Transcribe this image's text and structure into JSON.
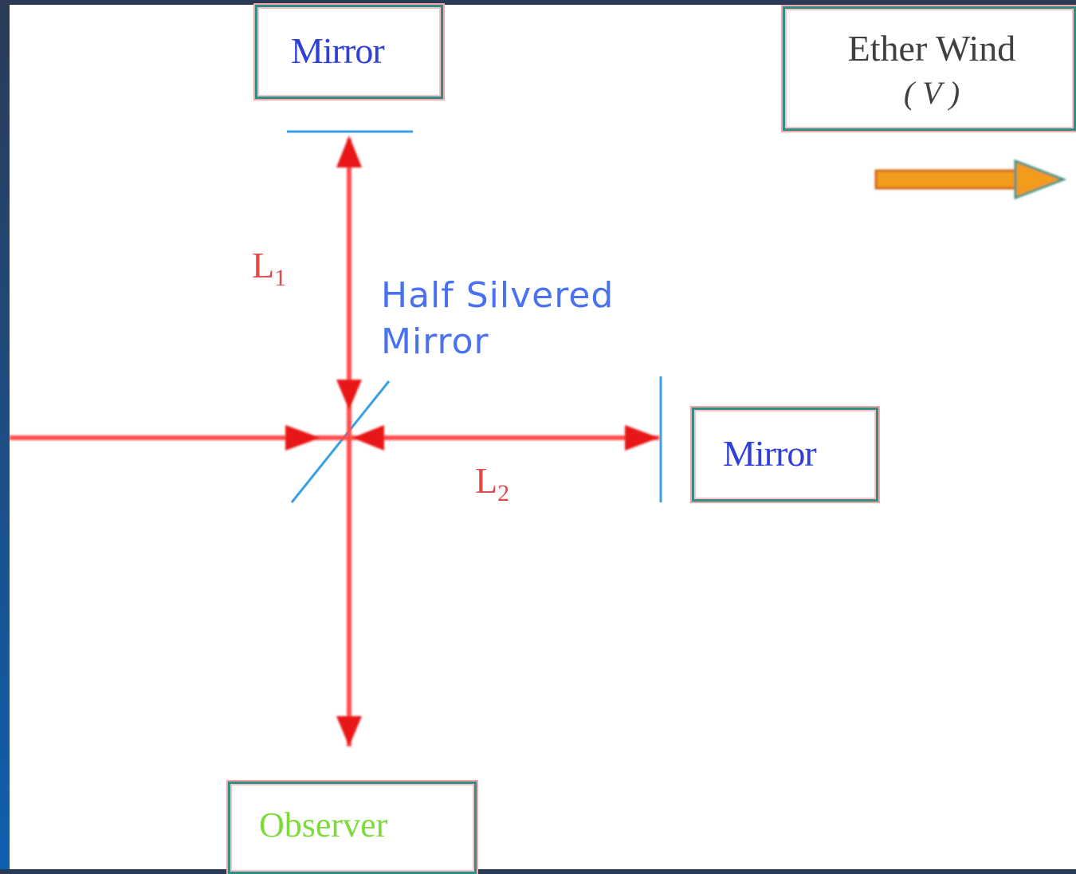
{
  "labels": {
    "mirror_top": "Mirror",
    "mirror_right": "Mirror",
    "half_silvered_line1": "Half Silvered",
    "half_silvered_line2": "Mirror",
    "l1": "L",
    "l1_sub": "1",
    "l2": "L",
    "l2_sub": "2",
    "observer": "Observer",
    "ether_wind": "Ether Wind",
    "ether_v": "( V )"
  },
  "colors": {
    "beam": "#ff4d4d",
    "arrowhead": "#e81818",
    "mirror_line": "#3aa0e6",
    "box_border": "#2e8f86",
    "wind_arrow": "#f29b1e"
  }
}
